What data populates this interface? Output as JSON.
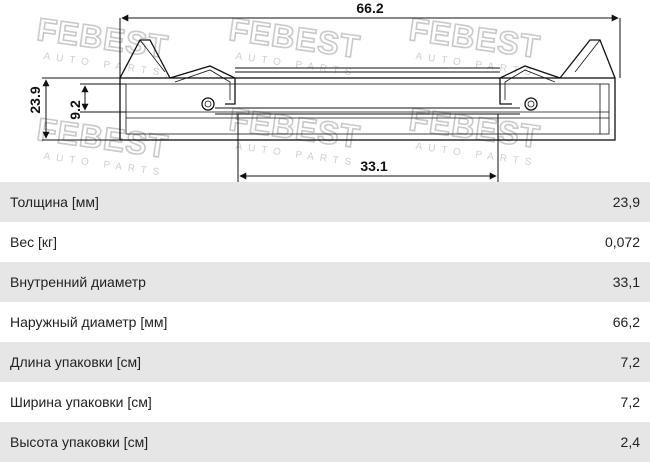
{
  "drawing": {
    "dim_outer_diameter": "66.2",
    "dim_height": "23.9",
    "dim_inner_height": "9.2",
    "dim_inner_diameter": "33.1",
    "watermark_brand": "FEBEST",
    "watermark_sub": "AUTO PARTS"
  },
  "specs": [
    {
      "label": "Толщина [мм]",
      "value": "23,9"
    },
    {
      "label": "Вес [кг]",
      "value": "0,072"
    },
    {
      "label": "Внутренний диаметр",
      "value": "33,1"
    },
    {
      "label": "Наружный диаметр [мм]",
      "value": "66,2"
    },
    {
      "label": "Длина упаковки [см]",
      "value": "7,2"
    },
    {
      "label": "Ширина упаковки [см]",
      "value": "7,2"
    },
    {
      "label": "Высота упаковки [см]",
      "value": "2,4"
    }
  ]
}
